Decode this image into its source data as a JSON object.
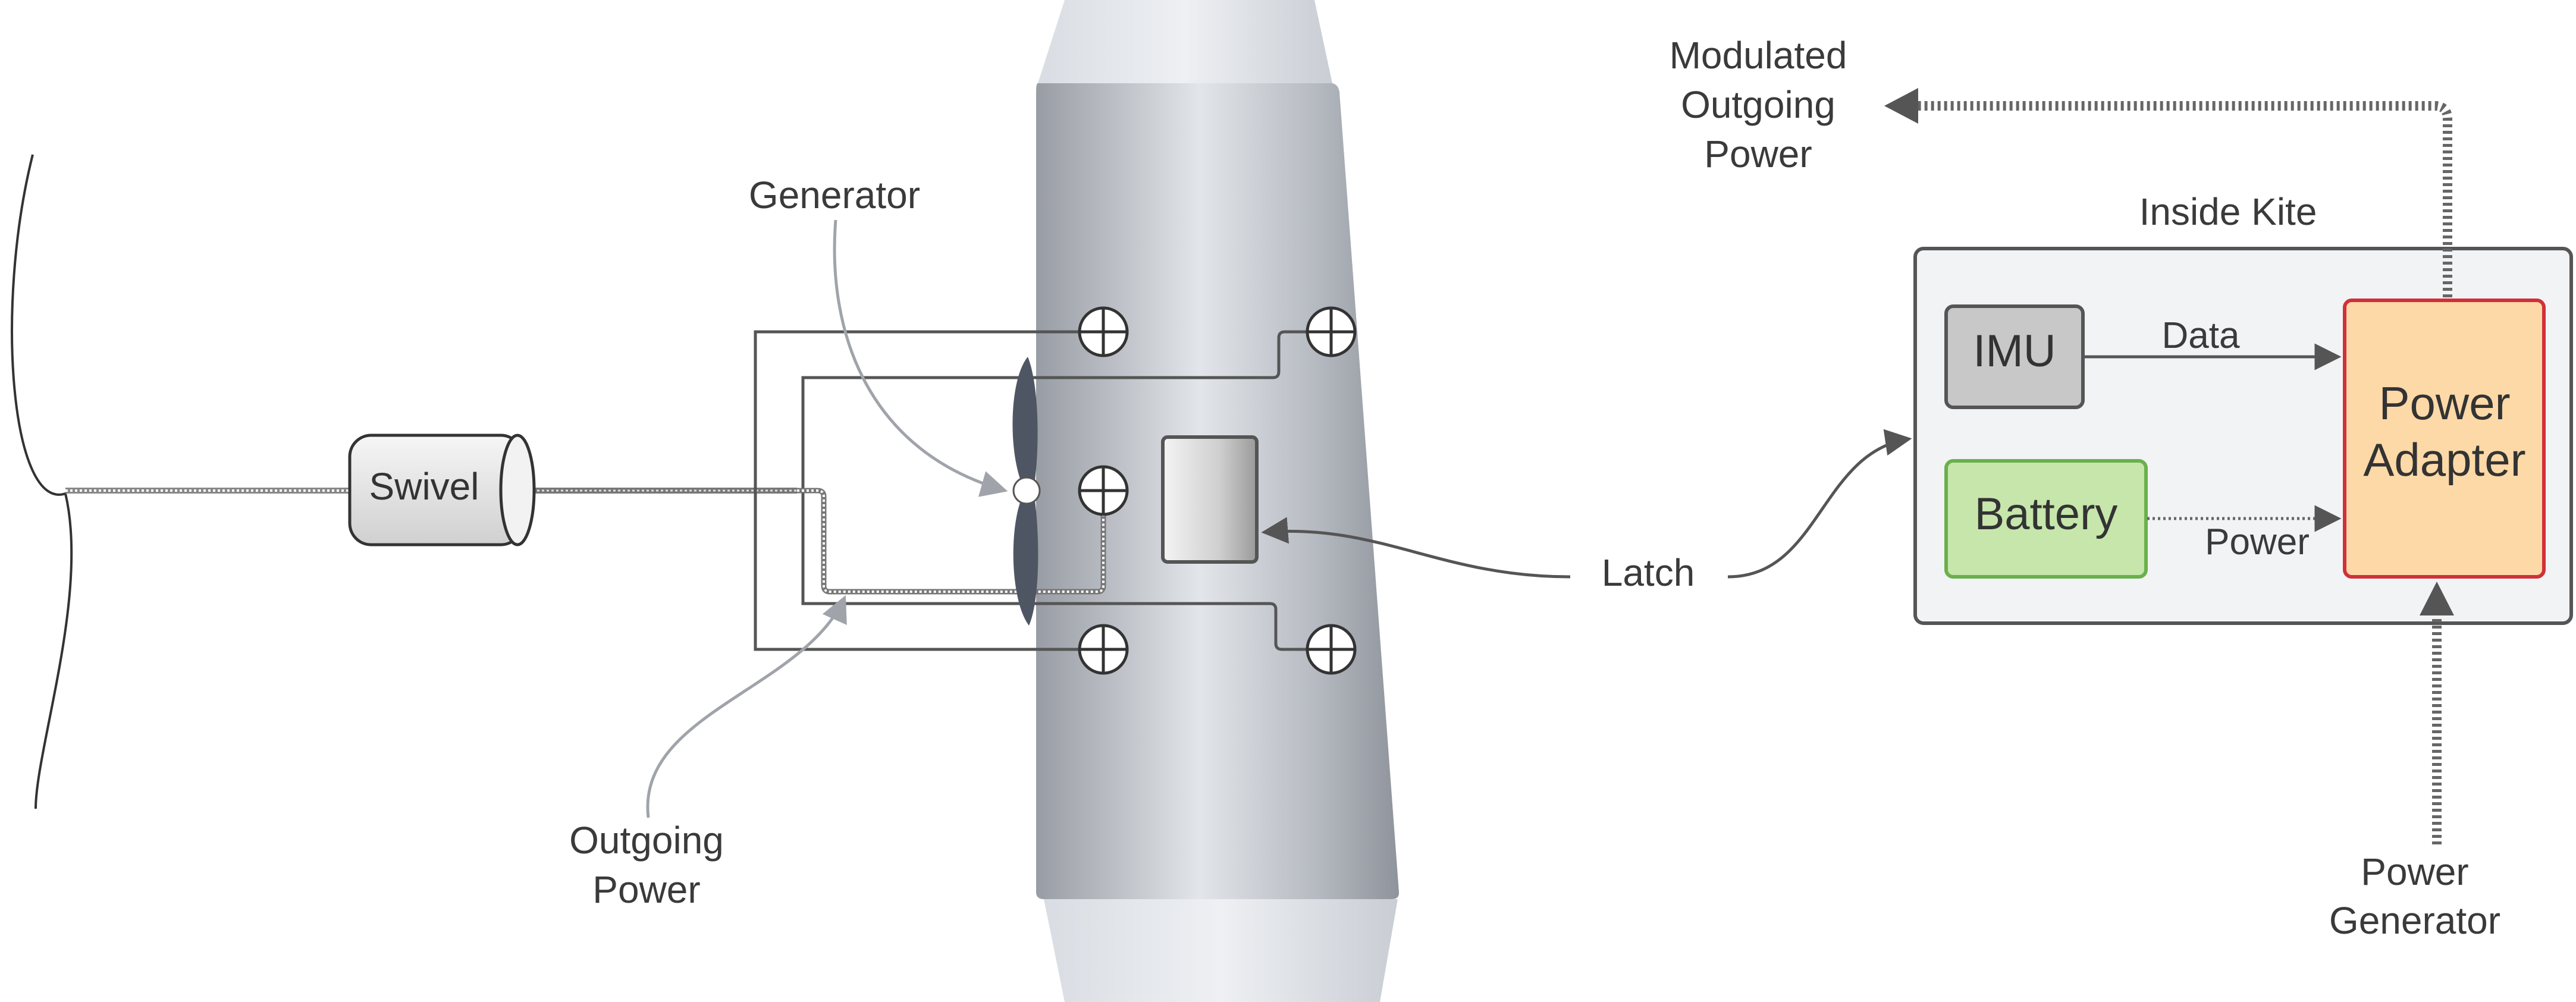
{
  "labels": {
    "swivel": "Swivel",
    "generator": "Generator",
    "outgoing_power_line1": "Outgoing",
    "outgoing_power_line2": "Power",
    "latch": "Latch",
    "modulated_line1": "Modulated",
    "modulated_line2": "Outgoing",
    "modulated_line3": "Power",
    "inside_kite": "Inside Kite",
    "imu": "IMU",
    "battery": "Battery",
    "power_adapter_line1": "Power",
    "power_adapter_line2": "Adapter",
    "data": "Data",
    "power": "Power",
    "power_generator_line1": "Power",
    "power_generator_line2": "Generator"
  },
  "colors": {
    "imu_fill": "#c8c8c8",
    "battery_fill": "#c6e6ac",
    "battery_stroke": "#6ab04c",
    "adapter_fill": "#fdd9a8",
    "adapter_stroke": "#d0303a",
    "kite_box_fill": "#f2f3f4",
    "pole_dark": "#9a9ea6",
    "pole_light": "#e3e6ea"
  }
}
